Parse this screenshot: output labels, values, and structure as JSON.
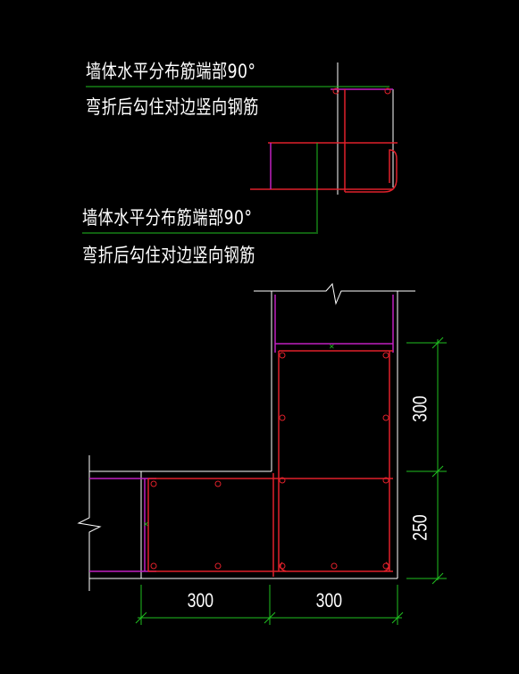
{
  "annotations": {
    "upper_line1": "墙体水平分布筋端部90°",
    "upper_line2": "弯折后勾住对边竖向钢筋",
    "lower_line1": "墙体水平分布筋端部90°",
    "lower_line2": "弯折后勾住对边竖向钢筋"
  },
  "dimensions": {
    "vertical_upper": "300",
    "vertical_lower": "250",
    "horizontal_left": "300",
    "horizontal_right": "300"
  },
  "colors": {
    "background": "#000000",
    "concrete_outline": "#ffffff",
    "rebar": "#e0202a",
    "tie": "#c020c0",
    "dimension": "#20c020",
    "leader": "#20c020"
  }
}
